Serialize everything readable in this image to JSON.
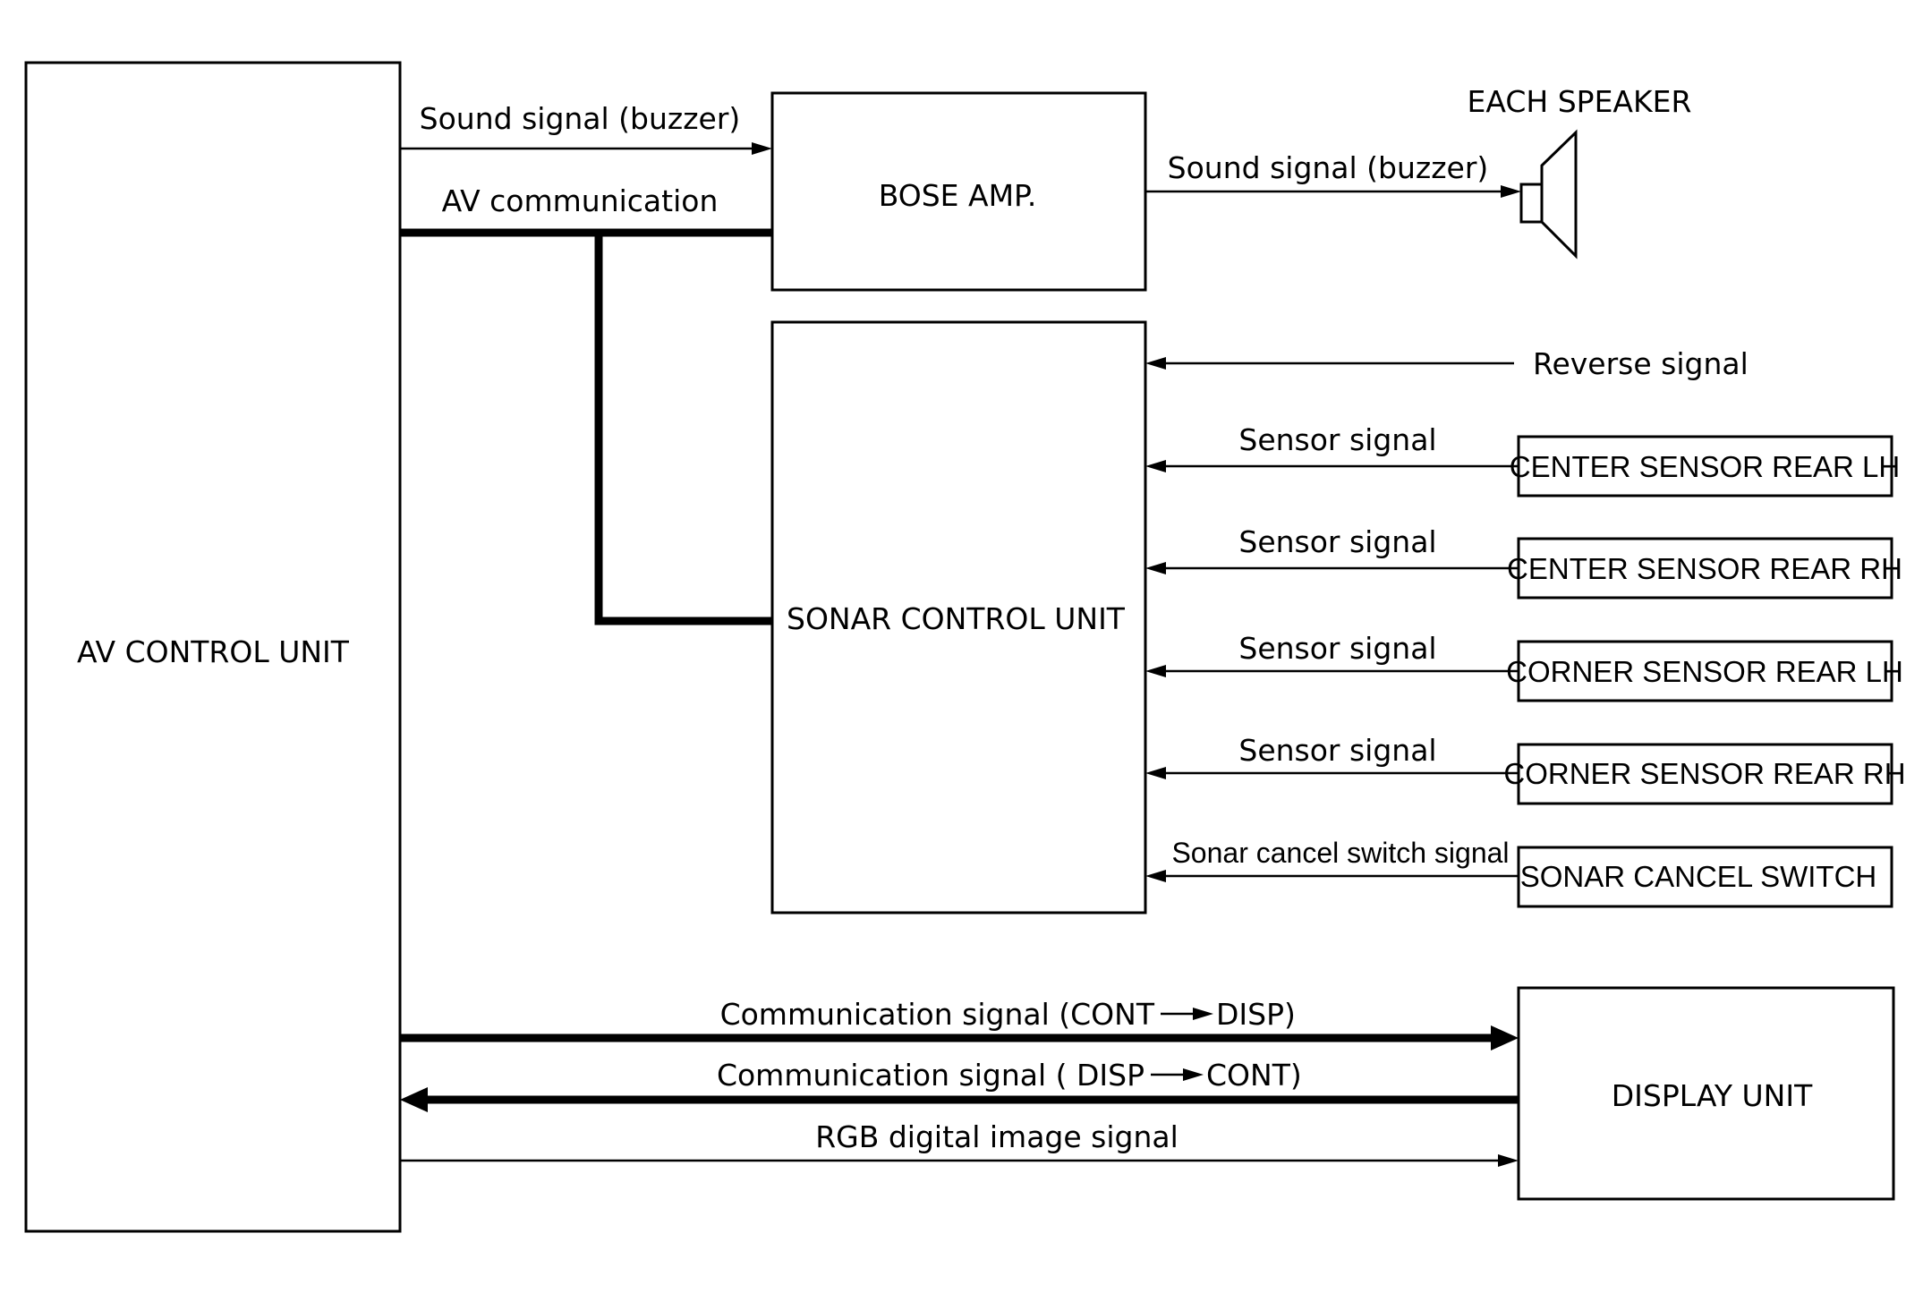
{
  "units": {
    "av_control_unit": "AV CONTROL UNIT",
    "bose_amp": "BOSE AMP.",
    "sonar_control_unit": "SONAR CONTROL UNIT",
    "display_unit": "DISPLAY UNIT",
    "each_speaker": "EACH SPEAKER"
  },
  "sensors": [
    {
      "label": "CENTER SENSOR REAR LH",
      "signal": "Sensor signal"
    },
    {
      "label": "CENTER SENSOR REAR RH",
      "signal": "Sensor signal"
    },
    {
      "label": "CORNER SENSOR REAR LH",
      "signal": "Sensor signal"
    },
    {
      "label": "CORNER SENSOR REAR RH",
      "signal": "Sensor signal"
    },
    {
      "label": "SONAR CANCEL SWITCH",
      "signal": "Sonar cancel switch signal"
    }
  ],
  "signals": {
    "sound_buzzer_to_amp": "Sound signal (buzzer)",
    "av_communication": "AV communication",
    "sound_buzzer_to_speaker": "Sound signal (buzzer)",
    "reverse": "Reverse signal",
    "comm_cont_to_disp_prefix": "Communication signal  (CONT",
    "comm_cont_to_disp_suffix": "DISP)",
    "comm_disp_to_cont_prefix": "Communication signal  ( DISP",
    "comm_disp_to_cont_suffix": "CONT)",
    "rgb": "RGB digital image signal"
  }
}
